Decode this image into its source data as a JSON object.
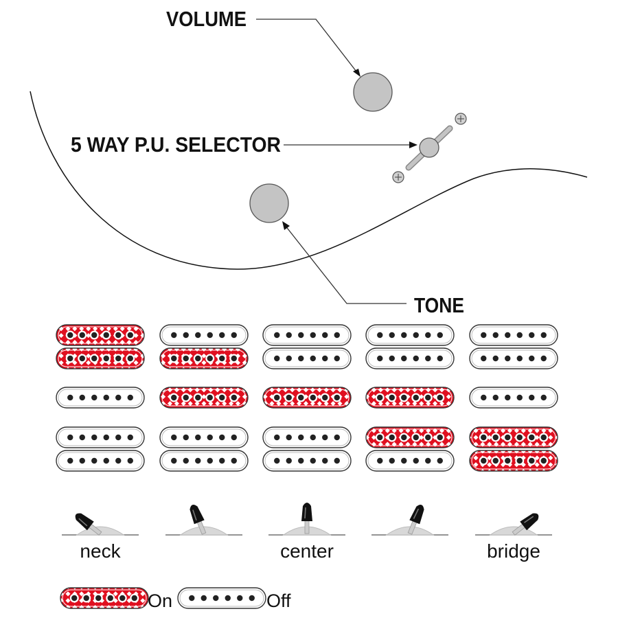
{
  "labels": {
    "volume": "VOLUME",
    "selector": "5 WAY P.U. SELECTOR",
    "tone": "TONE"
  },
  "colors": {
    "on": "#e01020",
    "off": "#ffffff",
    "knob": "#c4c4c4",
    "pole": "#222222",
    "outline": "#333333",
    "lever_tip": "#111111",
    "lever_base": "#d8d8d8"
  },
  "positions": [
    {
      "name": "neck",
      "label": "neck",
      "bridge_hb": [
        true,
        true
      ],
      "middle": false,
      "neck_hb": [
        false,
        false
      ]
    },
    {
      "name": "pos-2",
      "label": "",
      "bridge_hb": [
        false,
        true
      ],
      "middle": true,
      "neck_hb": [
        false,
        false
      ]
    },
    {
      "name": "center",
      "label": "center",
      "bridge_hb": [
        false,
        false
      ],
      "middle": true,
      "neck_hb": [
        false,
        false
      ]
    },
    {
      "name": "pos-4",
      "label": "",
      "bridge_hb": [
        false,
        false
      ],
      "middle": true,
      "neck_hb": [
        true,
        false
      ]
    },
    {
      "name": "bridge",
      "label": "bridge",
      "bridge_hb": [
        false,
        false
      ],
      "middle": false,
      "neck_hb": [
        true,
        true
      ]
    }
  ],
  "legend": {
    "on_label": "On",
    "off_label": "Off"
  }
}
